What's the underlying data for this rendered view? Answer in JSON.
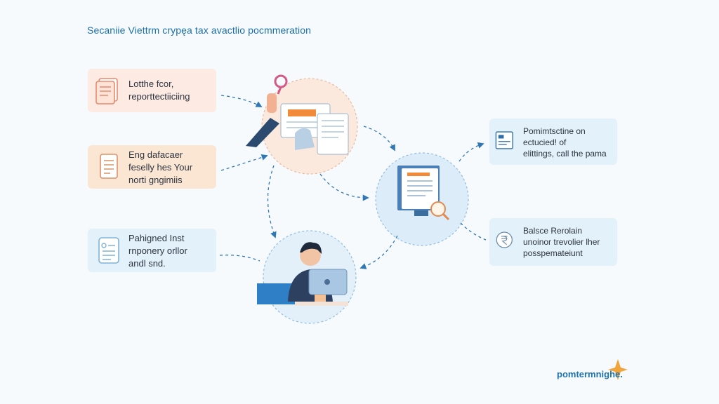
{
  "title": "Secaniie Viettrm crypęa tax avactlio pocmmeration",
  "cards": [
    {
      "lines": [
        "Lotthe fcor,",
        "reporttectiiciing"
      ]
    },
    {
      "lines": [
        "Eng dafacaer",
        "feselly hes Your",
        "norti gngimiis"
      ]
    },
    {
      "lines": [
        "Pahigned Inst",
        "rnponery orllor",
        "andl snd."
      ]
    },
    {
      "lines": [
        "Pomimtsctine on",
        "ectucied! of",
        "elittings, call the pama"
      ]
    },
    {
      "lines": [
        "Balsce Rerolain",
        "unoinor trevolier lher",
        "posspemateiunt"
      ]
    }
  ],
  "brand": "pomtermnighe.",
  "colors": {
    "accent": "#1f73ad",
    "orange": "#f28a3c",
    "circle_peach": "#fbe9de",
    "circle_blue": "#dcecf8",
    "arrow": "#2f78b5"
  },
  "icons": [
    "document-stack-icon",
    "document-list-icon",
    "tablet-list-icon",
    "screen-chat-icon",
    "rupee-circle-icon",
    "sparkle-star-icon"
  ]
}
